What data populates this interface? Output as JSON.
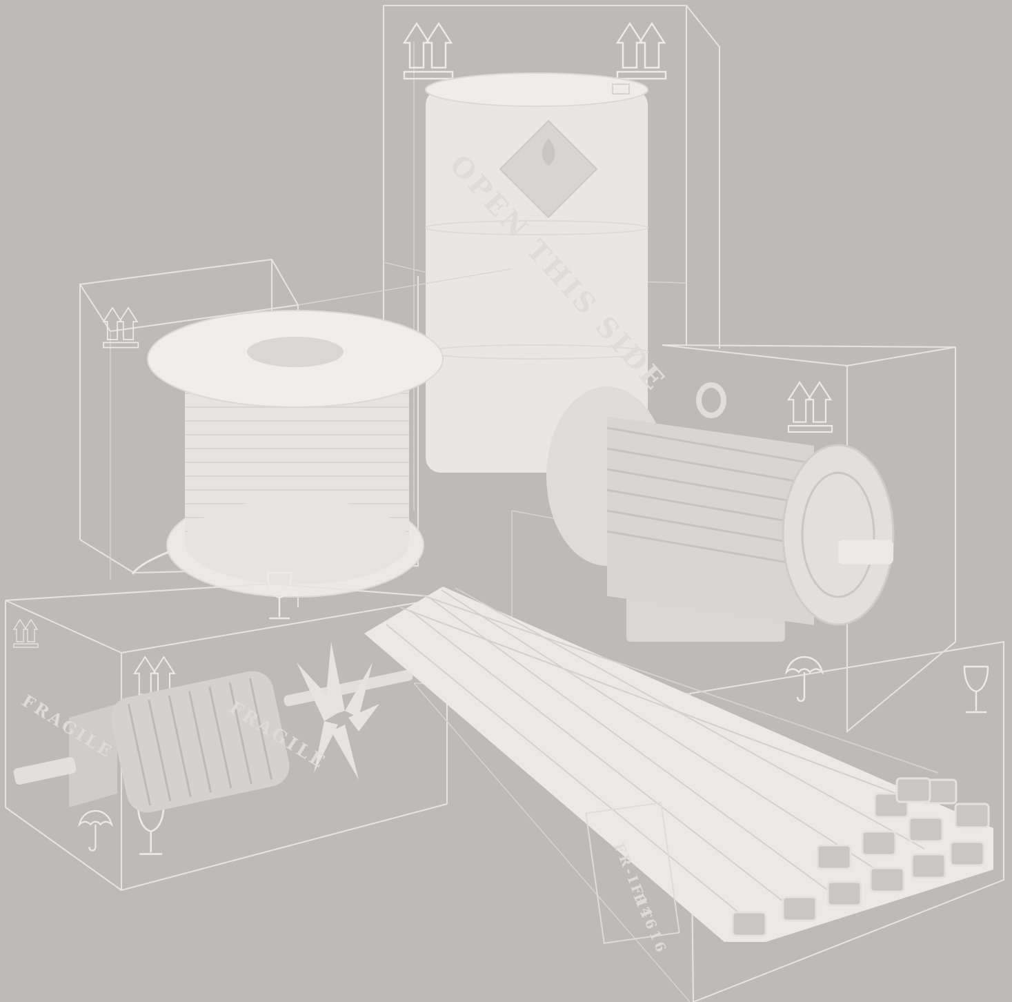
{
  "background_color": "#bebab8",
  "line_color": "#e6e4e2",
  "object_color": "#ebe9e8",
  "labels": {
    "drum_stencil": "OPEN THIS SIDE",
    "left_box_fragile_1": "FRAGILE",
    "left_box_fragile_2": "FRAGILE",
    "pallet_tag_line1": "FR-IF14616",
    "pallet_tag_line2": "HT"
  },
  "icons": [
    "this-way-up-icon",
    "keep-dry-umbrella-icon",
    "fragile-glass-icon",
    "flammable-diamond-icon"
  ]
}
